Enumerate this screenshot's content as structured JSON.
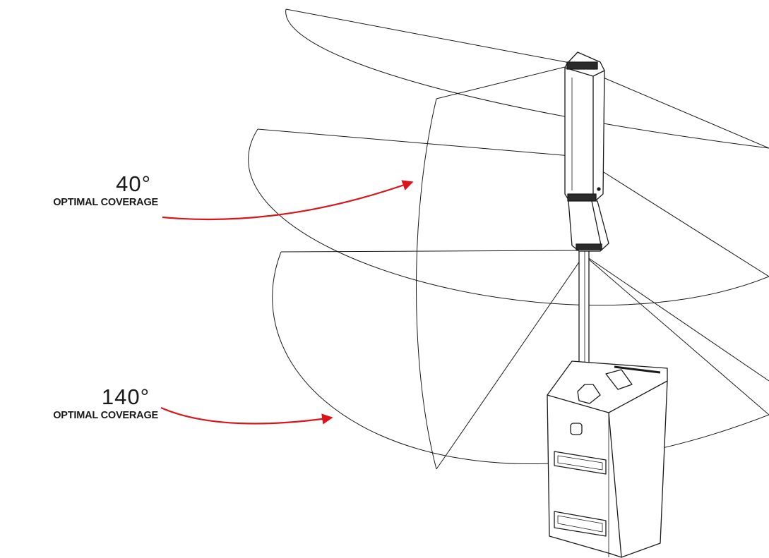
{
  "labels": {
    "vertical": {
      "angle": "40°",
      "caption": "OPTIMAL COVERAGE"
    },
    "horizontal": {
      "angle": "140°",
      "caption": "OPTIMAL COVERAGE"
    }
  },
  "colors": {
    "line": "#1a1a1a",
    "arrow": "#d9141b",
    "background": "#ffffff"
  },
  "icons": {
    "speaker": "column-speaker-icon",
    "subwoofer": "subwoofer-icon",
    "arrow": "red-arrow-icon"
  }
}
